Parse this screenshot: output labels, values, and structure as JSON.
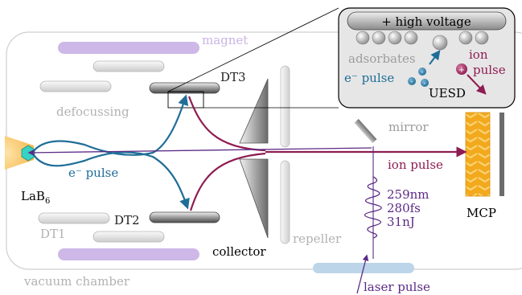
{
  "labels": {
    "magnet": "magnet",
    "dt3": "DT3",
    "dt2": "DT2",
    "dt1": "DT1",
    "defocussing": "defocussing",
    "mirror": "mirror",
    "ion_pulse": "ion pulse",
    "electron_pulse_main": "e⁻ pulse",
    "lab6_base": "LaB",
    "lab6_sub": "6",
    "collector": "collector",
    "repeller": "repeller",
    "mcp": "MCP",
    "vacuum_chamber": "vacuum chamber",
    "laser_pulse": "laser pulse",
    "laser_params": [
      "259nm",
      "280fs",
      "31nJ"
    ]
  },
  "inset": {
    "high_voltage": "+ high voltage",
    "adsorbates": "adsorbates",
    "ion": "ion",
    "pulse": "pulse",
    "electron_pulse": "e⁻ pulse",
    "uesd": "UESD",
    "ion_symbol": "+",
    "electron_symbol": "-"
  },
  "colors": {
    "electron": "#1f6e98",
    "ion": "#8e1c52",
    "laser": "#5b2a86",
    "magnet": "#c9b4e6",
    "laser_window": "#b9d3e6",
    "mcp": "#f0a81e",
    "source": "#f6b84e",
    "cathode": "#36d3c4",
    "light_text": "#b2b2b2",
    "mirror_text": "#9c9c9c"
  }
}
